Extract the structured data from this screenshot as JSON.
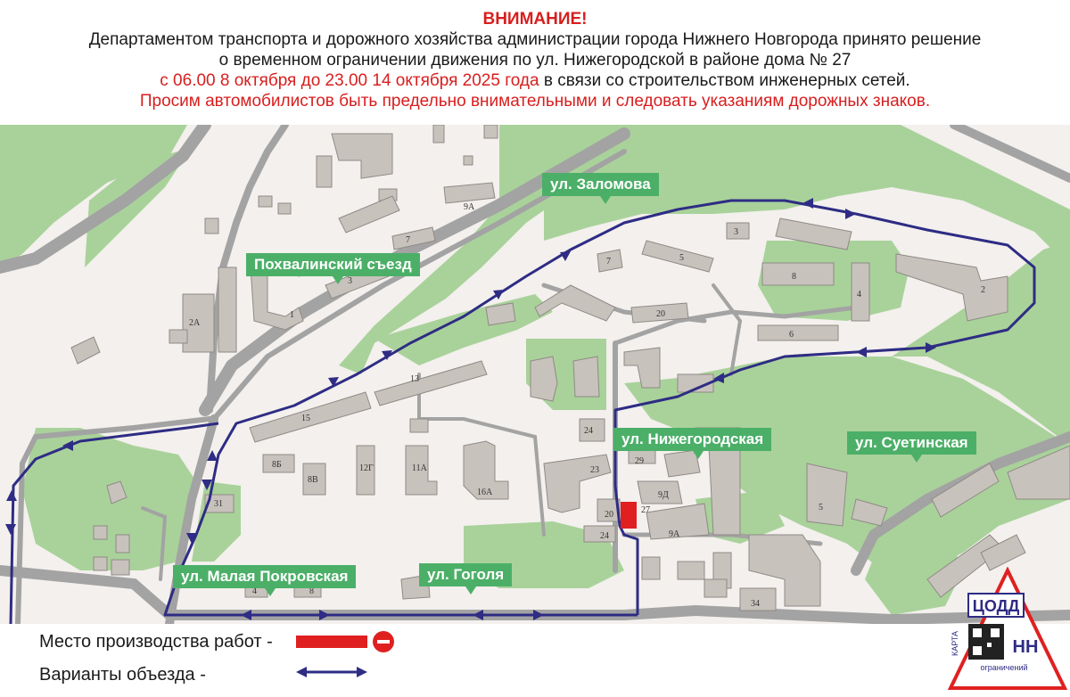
{
  "header": {
    "title": "ВНИМАНИЕ!",
    "line1": "Департаментом транспорта и дорожного хозяйства администрации города Нижнего Новгорода принято решение",
    "line2": "о временном ограничении движения по ул. Нижегородской в районе дома № 27",
    "line3_red": "с 06.00 8 октября до 23.00 14 октября 2025 года",
    "line3_black": " в связи со строительством инженерных сетей.",
    "line4": "Просим автомобилистов быть предельно внимательными и следовать указаниям дорожных знаков."
  },
  "colors": {
    "park": "#a9d29a",
    "building": "#c8c2bc",
    "road": "#9b9b9b",
    "detour": "#2e2c84",
    "work": "#e02020",
    "label": "#4caf68"
  },
  "streets": {
    "zalomova": "ул. Заломова",
    "pokhvalinsky": "Похвалинский съезд",
    "nizhegorodskaya": "ул. Нижегородская",
    "suetinskaya": "ул. Суетинская",
    "malaya_pokrovskaya": "ул. Малая Покровская",
    "gogolya": "ул. Гоголя"
  },
  "house_numbers": {
    "h9a_top": "9А",
    "h7_top": "7",
    "h3_left": "3",
    "h1": "1",
    "h2a": "2А",
    "h3_top": "3",
    "h5_top": "5",
    "h7_mid": "7",
    "h8": "8",
    "h4": "4",
    "h2": "2",
    "h20_top": "20",
    "h6": "6",
    "h13": "13",
    "h15": "15",
    "h24_top": "24",
    "h8b": "8Б",
    "h8v": "8В",
    "h12g": "12Г",
    "h11a": "11А",
    "h16a": "16А",
    "h23": "23",
    "h29": "29",
    "h9d": "9Д",
    "h27": "27",
    "h20_bot": "20",
    "h24_bot": "24",
    "h9a_bot": "9А",
    "h31": "31",
    "h4_bot": "4",
    "h8_bot": "8",
    "h5_right": "5",
    "h34": "34"
  },
  "legend": {
    "work_place": "Место производства работ -",
    "detour": "Варианты объезда  -"
  },
  "logo": {
    "org": "ЦОДД",
    "city": "НН",
    "karta": "КАРТА",
    "sub": "ограничений"
  }
}
